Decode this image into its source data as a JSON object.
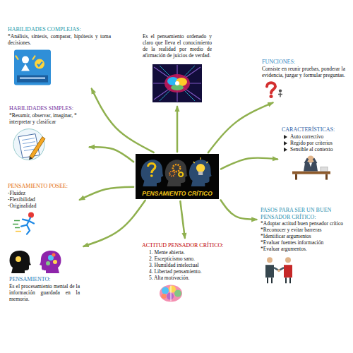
{
  "diagram": {
    "nodes": [
      {
        "text": [
          "PENSAMIENTO CRÍTICO"
        ]
      },
      {
        "text": [
          "HABILIDADES COMPLEJAS:",
          "*Análisis, síntesis, comparar, hipótesis y toma decisiones."
        ]
      },
      {
        "text": [
          "Es el pensamiento ordenado y claro que lleva el conocimiento de la realidad por medio de afirmación de juicios de verdad."
        ]
      },
      {
        "text": [
          "FUNCIONES:",
          "Consiste en reunir pruebas, ponderar la evidencia, juzgar y formular preguntas."
        ]
      },
      {
        "text": [
          "HABILIDADES SIMPLES:",
          "*Resumir, observar, imaginar, * interpretar y clasificar"
        ]
      },
      {
        "text": [
          "CARACTERÍSTICAS:",
          "Auto correctivo",
          "Regido por criterios",
          "Sensible al contexto"
        ]
      },
      {
        "text": [
          "PENSAMIENTO POSEE:",
          "-Fluidez",
          "-Flexibilidad",
          "-Originalidad"
        ]
      },
      {
        "text": [
          "PASOS PARA SER UN BUEN PENSADOR CRÍTICO:",
          "*Adoptar actitud buen pensador crítico",
          "*Reconocer y evitar barreras",
          "*Identificar argumentos",
          "*Evaluar fuentes información",
          "*Evaluar argumentos."
        ]
      },
      {
        "text": [
          "ACTITUD PENSADOR CRÍTICO:",
          "1. Mente abierta.",
          "2. Escepticismo sano.",
          "3. Humildad intelectual",
          "4. Libertad pensamiento.",
          "5. Alta motivación."
        ]
      },
      {
        "text": [
          "PENSAMIENTO:",
          "Es el procesamiento mental de la información guardada en la memoria."
        ]
      }
    ],
    "edges": [
      {
        "from": 0,
        "to": 1,
        "arrow": "to"
      },
      {
        "from": 0,
        "to": 2,
        "arrow": "to"
      },
      {
        "from": 0,
        "to": 3,
        "arrow": "to"
      },
      {
        "from": 0,
        "to": 4,
        "arrow": "to"
      },
      {
        "from": 0,
        "to": 5,
        "arrow": "to"
      },
      {
        "from": 0,
        "to": 6,
        "arrow": "to"
      },
      {
        "from": 0,
        "to": 7,
        "arrow": "to"
      },
      {
        "from": 0,
        "to": 8,
        "arrow": "to"
      },
      {
        "from": 0,
        "to": 9,
        "arrow": "to"
      }
    ]
  }
}
